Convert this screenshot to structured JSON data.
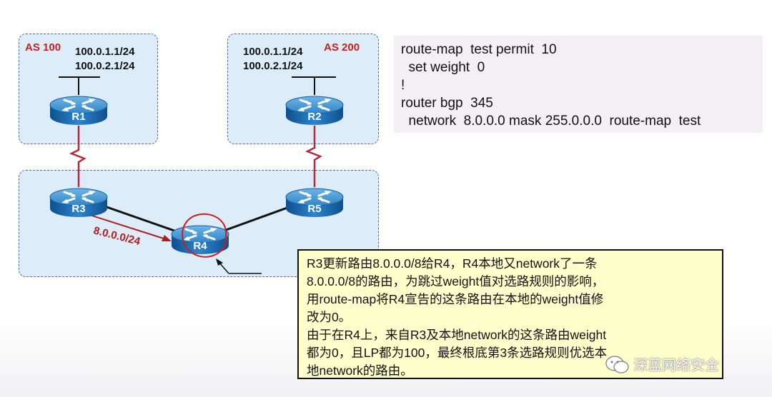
{
  "as_left": {
    "tag": "AS 100",
    "net_1": "100.0.1.1/24",
    "net_2": "100.0.2.1/24"
  },
  "as_right": {
    "tag": "AS 200",
    "net_1": "100.0.1.1/24",
    "net_2": "100.0.2.1/24"
  },
  "routers": {
    "r1": "R1",
    "r2": "R2",
    "r3": "R3",
    "r4": "R4",
    "r5": "R5"
  },
  "route_label": "8.0.0.0/24",
  "config": [
    "route-map  test permit  10",
    "  set weight  0",
    "!",
    "router bgp  345",
    "  network  8.0.0.0 mask 255.0.0.0  route-map  test"
  ],
  "note": [
    "R3更新路由8.0.0.0/8给R4，R4本地又network了一条",
    "8.0.0.0/8的路由，为跳过weight值对选路规则的影响，",
    "用route-map将R4宣告的这条路由在本地的weight值修",
    "改为0。",
    "由于在R4上，来自R3及本地network的这条路由weight",
    "都为0，且LP都为100，最终根底第3条选路规则优选本",
    "地network的路由。"
  ],
  "watermark": "深蓝网络安全",
  "colors": {
    "as_fill": "#dcecf8",
    "router_blue": "#1f78c1",
    "serial_link": "#b7283c",
    "route_arrow": "#b01c1c",
    "note_fill": "#ffffcc"
  }
}
